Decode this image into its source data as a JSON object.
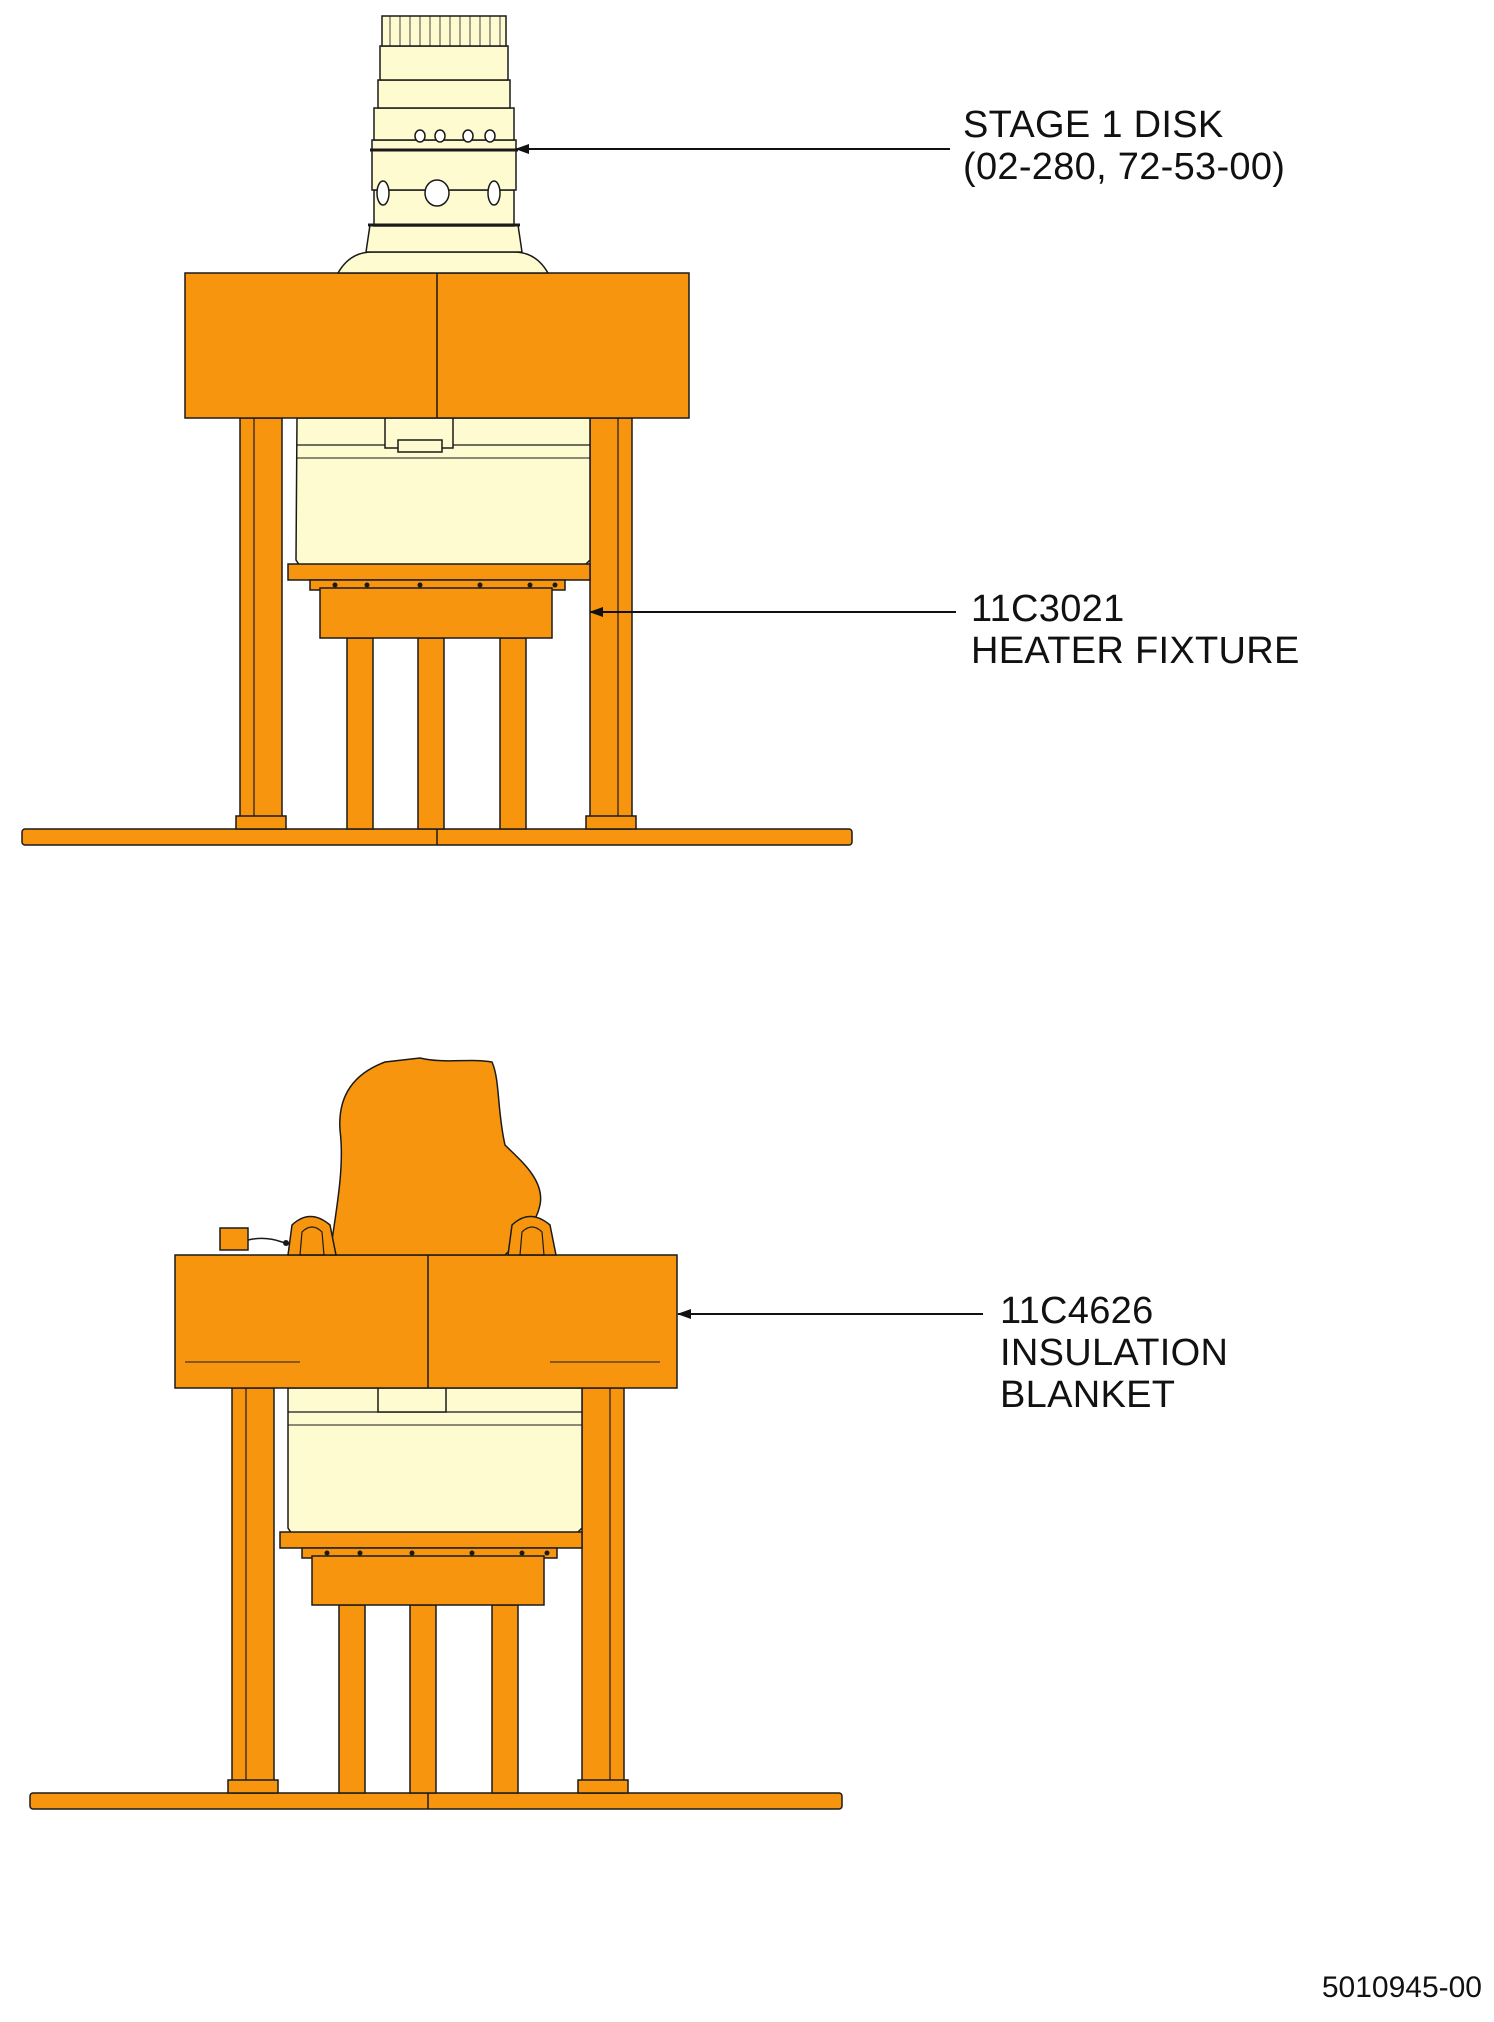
{
  "colors": {
    "fixture_orange": "#F7960E",
    "part_cream": "#FDFBCF",
    "outline": "#1a1a1a"
  },
  "callouts": {
    "stage1_disk": {
      "line1": "STAGE 1 DISK",
      "line2": "(02-280, 72-53-00)"
    },
    "heater_fixture": {
      "line1": "11C3021",
      "line2": "HEATER FIXTURE"
    },
    "insulation_blanket": {
      "line1": "11C4626",
      "line2": "INSULATION",
      "line3": "BLANKET"
    }
  },
  "drawing_number": "5010945-00"
}
